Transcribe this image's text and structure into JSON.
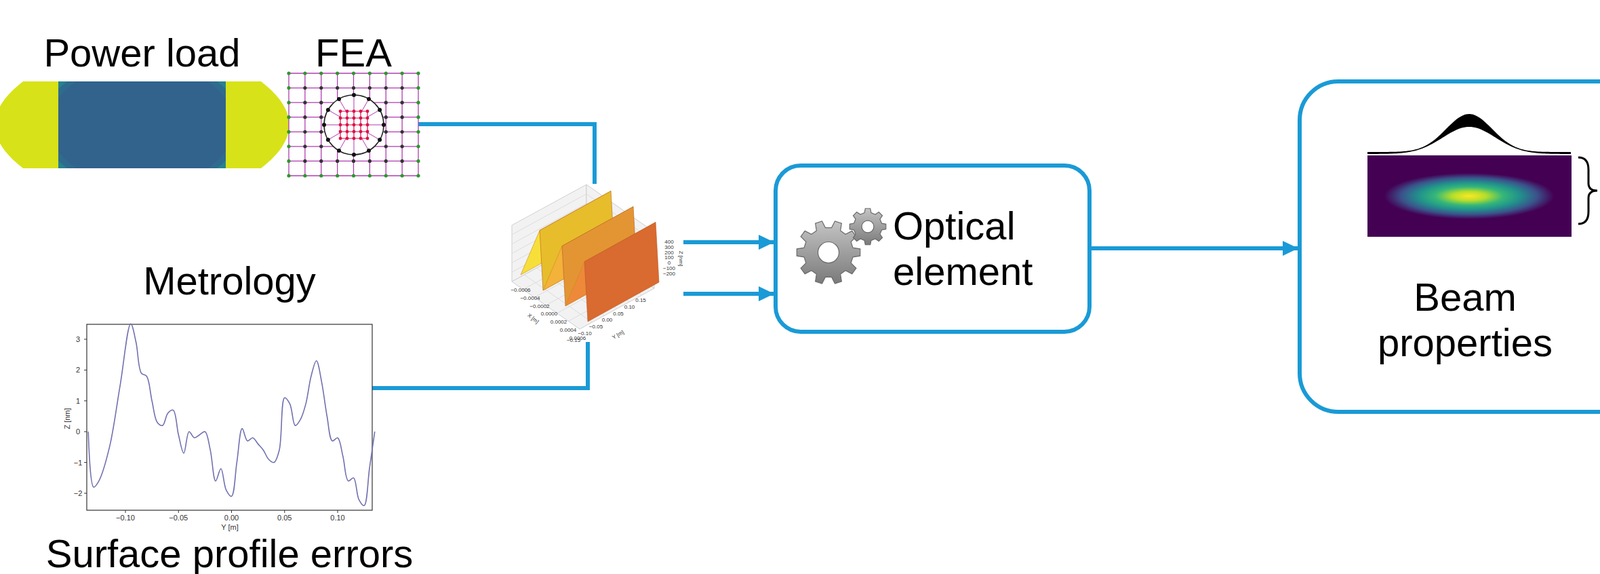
{
  "diagram": {
    "nodes": [
      {
        "text": [
          "Power load"
        ]
      },
      {
        "text": [
          "FEA"
        ]
      },
      {
        "text": [
          "Metrology",
          "Surface profile errors"
        ]
      },
      {
        "text": [
          "Optical element"
        ]
      },
      {
        "text": [
          "Beam properties"
        ]
      }
    ],
    "edges": [
      {
        "from": 0,
        "to": 1,
        "arrow": "to"
      },
      {
        "from": 1,
        "to": 3,
        "arrow": "to"
      },
      {
        "from": 2,
        "to": 3,
        "arrow": "to"
      },
      {
        "from": 3,
        "to": 4,
        "arrow": "to"
      }
    ],
    "labels": [
      "400",
      "300",
      "200",
      "100",
      "0",
      "−100",
      "−200",
      "−0.0006",
      "−0.0004",
      "−0.0002",
      "0.0000",
      "0.0002",
      "0.0004",
      "0.0006",
      "X [m]",
      "0.15",
      "0.10",
      "0.05",
      "0.00",
      "−0.05",
      "−0.10",
      "−0.15",
      "Y [m]",
      "Z [nm]",
      "3",
      "2",
      "1",
      "0",
      "−1",
      "−2",
      "Z [nm]",
      "−0.10",
      "−0.05",
      "0.00",
      "0.05",
      "0.10",
      "Y [m]"
    ]
  }
}
